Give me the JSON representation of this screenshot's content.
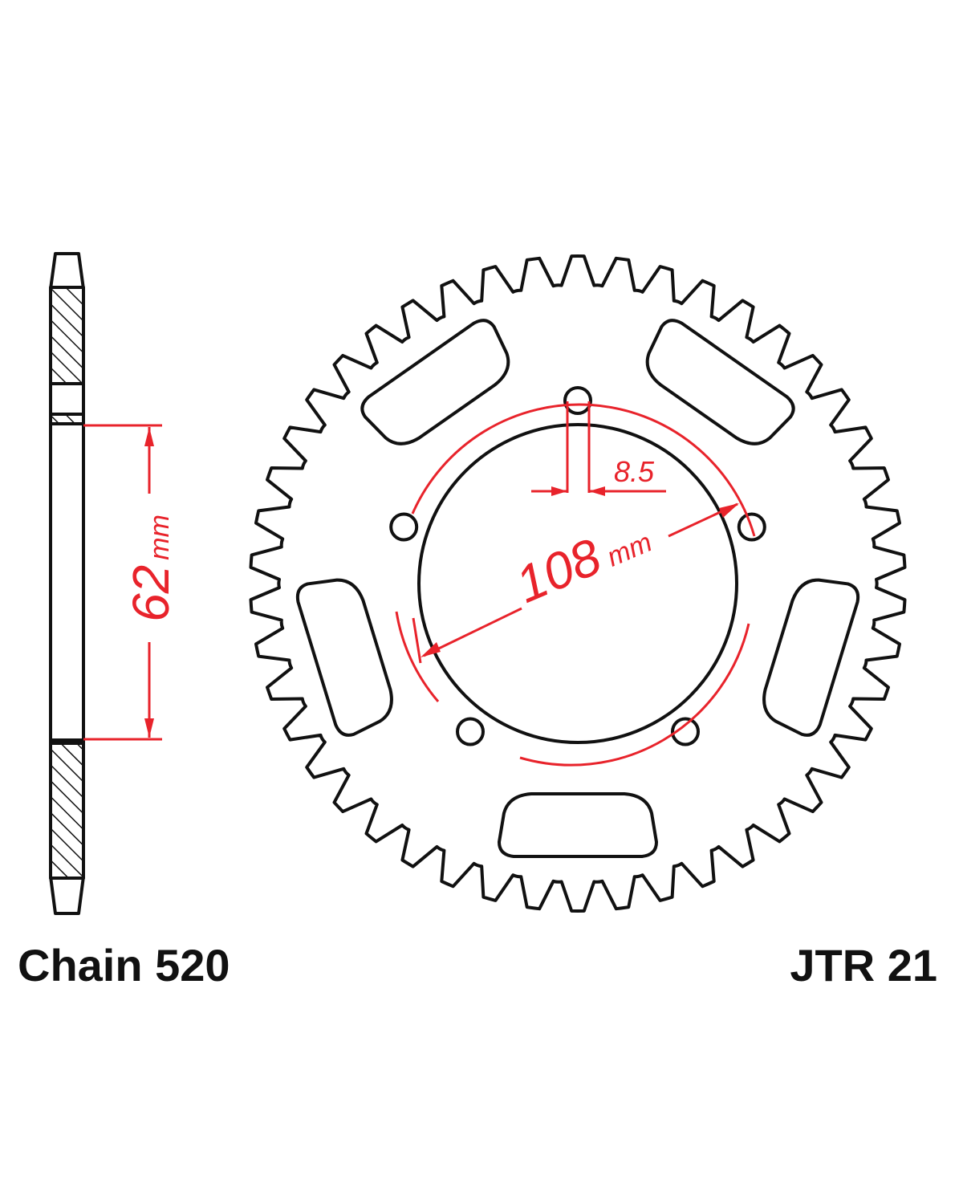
{
  "colors": {
    "outline": "#111111",
    "dimension": "#e8232b",
    "background": "#ffffff"
  },
  "labels": {
    "chain": "Chain 520",
    "model": "JTR 21",
    "hub_bore_value": "62",
    "hub_bore_unit": "mm",
    "pcd_value": "108",
    "pcd_unit": "mm",
    "bolt_hole": "8.5"
  },
  "sprocket": {
    "teeth": 46,
    "bolt_holes": 5,
    "cutouts": 5
  }
}
